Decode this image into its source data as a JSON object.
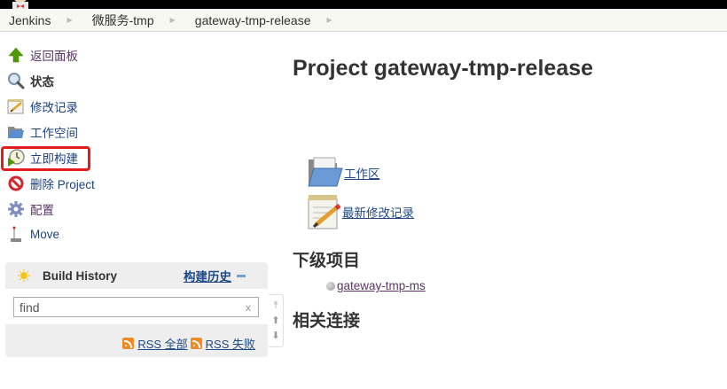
{
  "breadcrumb": [
    "Jenkins",
    "微服务-tmp",
    "gateway-tmp-release"
  ],
  "side_tasks": [
    {
      "label": "返回面板",
      "icon": "up-arrow-icon"
    },
    {
      "label": "状态",
      "icon": "search-icon"
    },
    {
      "label": "修改记录",
      "icon": "notepad-icon"
    },
    {
      "label": "工作空间",
      "icon": "folder-icon"
    },
    {
      "label": "立即构建",
      "icon": "clock-build-icon"
    },
    {
      "label": "删除 Project",
      "icon": "no-entry-icon"
    },
    {
      "label": "配置",
      "icon": "gear-icon"
    },
    {
      "label": "Move",
      "icon": "move-icon"
    }
  ],
  "build_history": {
    "title": "Build History",
    "trend_label": "构建历史",
    "search_value": "find",
    "clear_label": "x",
    "rss_all": "RSS 全部",
    "rss_failed": "RSS 失败"
  },
  "main": {
    "title": "Project gateway-tmp-release",
    "workspace_link": "工作区",
    "changes_link": "最新修改记录",
    "downstream_heading": "下级项目",
    "downstream_project": "gateway-tmp-ms",
    "related_heading": "相关连接"
  },
  "colors": {
    "highlight": "#e21b1b",
    "link": "#204a87"
  }
}
